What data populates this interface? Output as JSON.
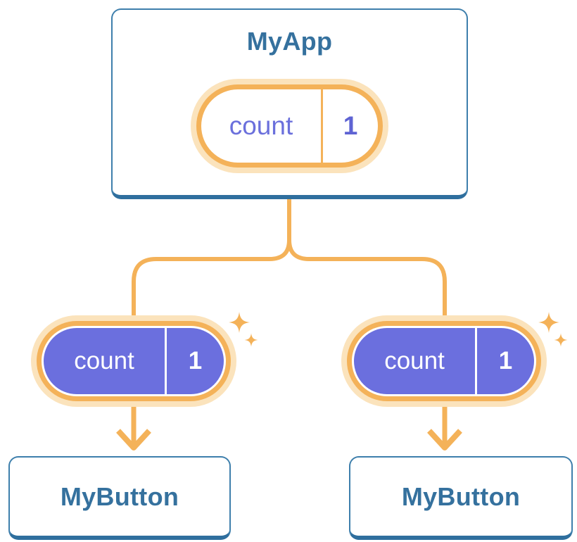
{
  "diagram": {
    "root": {
      "title": "MyApp",
      "state": {
        "name": "count",
        "value": "1"
      }
    },
    "children": [
      {
        "title": "MyButton",
        "state": {
          "name": "count",
          "value": "1"
        }
      },
      {
        "title": "MyButton",
        "state": {
          "name": "count",
          "value": "1"
        }
      }
    ]
  },
  "icons": [
    "sparkle-icon",
    "arrow-down-icon",
    "fork-connector"
  ],
  "colors": {
    "accent_orange": "#F4B259",
    "glow_orange": "#FBE3BC",
    "state_purple": "#6B6FDE",
    "state_label_purple": "#6B70DC",
    "state_value_purple": "#5E63D3",
    "component_text_blue": "#35719E",
    "card_border_blue": "#3E7FAC",
    "card_shadow_blue": "#2F6F9E",
    "background": "#FFFFFF"
  }
}
